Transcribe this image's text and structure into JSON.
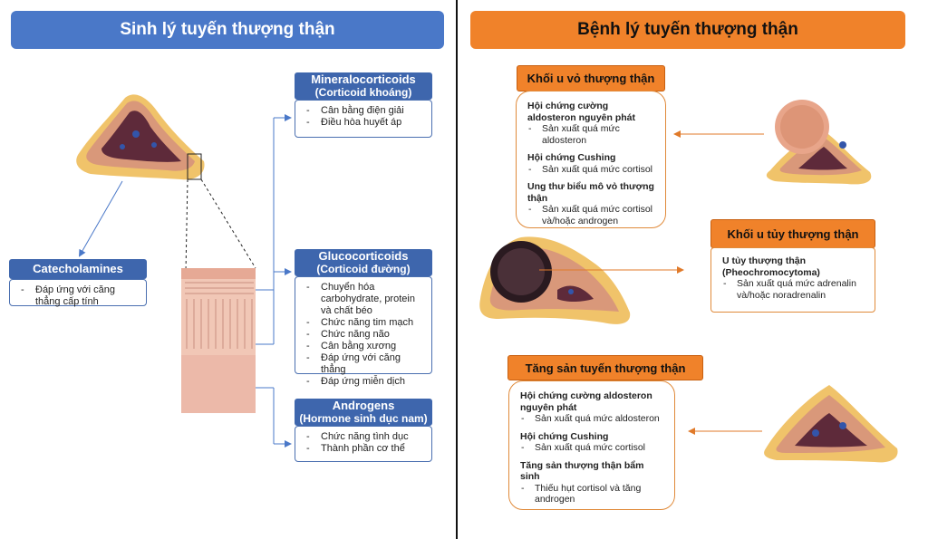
{
  "left": {
    "title": "Sinh lý tuyến thượng thận",
    "mineralo": {
      "title": "Mineralocorticoids",
      "subtitle": "(Corticoid khoáng)",
      "items": [
        "Cân bằng điện giải",
        "Điều hòa huyết áp"
      ]
    },
    "gluco": {
      "title": "Glucocorticoids",
      "subtitle": "(Corticoid đường)",
      "items": [
        "Chuyển hóa carbohydrate, protein và chất béo",
        "Chức năng tim mạch",
        "Chức năng não",
        "Cân bằng xương",
        "Đáp ứng với căng thẳng",
        "Đáp ứng miễn dịch"
      ]
    },
    "andro": {
      "title": "Androgens",
      "subtitle": "(Hormone sinh dục nam)",
      "items": [
        "Chức năng tình dục",
        "Thành phần cơ thể"
      ]
    },
    "cate": {
      "title": "Catecholamines",
      "items": [
        "Đáp ứng với căng thẳng cấp tính"
      ]
    }
  },
  "right": {
    "title": "Bệnh lý tuyến thượng thận",
    "cortex": {
      "title": "Khối u vỏ thượng thận",
      "groups": [
        {
          "name": "Hội chứng cường aldosteron nguyên phát",
          "items": [
            "Sản xuất quá mức aldosteron"
          ]
        },
        {
          "name": "Hội chứng Cushing",
          "items": [
            "Sản xuất quá mức cortisol"
          ]
        },
        {
          "name": "Ung thư biểu mô vỏ thượng thận",
          "items": [
            "Sản xuất quá mức cortisol và/hoặc androgen"
          ]
        }
      ]
    },
    "medulla": {
      "title": "Khối u tủy thượng thận",
      "name": "U tủy thượng thận (Pheochromocytoma)",
      "items": [
        "Sản xuất quá mức adrenalin và/hoặc noradrenalin"
      ]
    },
    "hyper": {
      "title": "Tăng sản tuyến thượng thận",
      "groups": [
        {
          "name": "Hội chứng cường aldosteron nguyên phát",
          "items": [
            "Sản xuất quá mức aldosteron"
          ]
        },
        {
          "name": "Hội chứng Cushing",
          "items": [
            "Sản xuất quá mức cortisol"
          ]
        },
        {
          "name": "Tăng sản thượng thận bẩm sinh",
          "items": [
            "Thiếu hụt cortisol và tăng androgen"
          ]
        }
      ]
    }
  },
  "colors": {
    "blue": "#4a78c8",
    "header_blue": "#3e66ad",
    "orange": "#f0822a",
    "gland_outer": "#f0c36a",
    "gland_cortex": "#d9987a",
    "gland_medulla": "#5e2a3a"
  }
}
